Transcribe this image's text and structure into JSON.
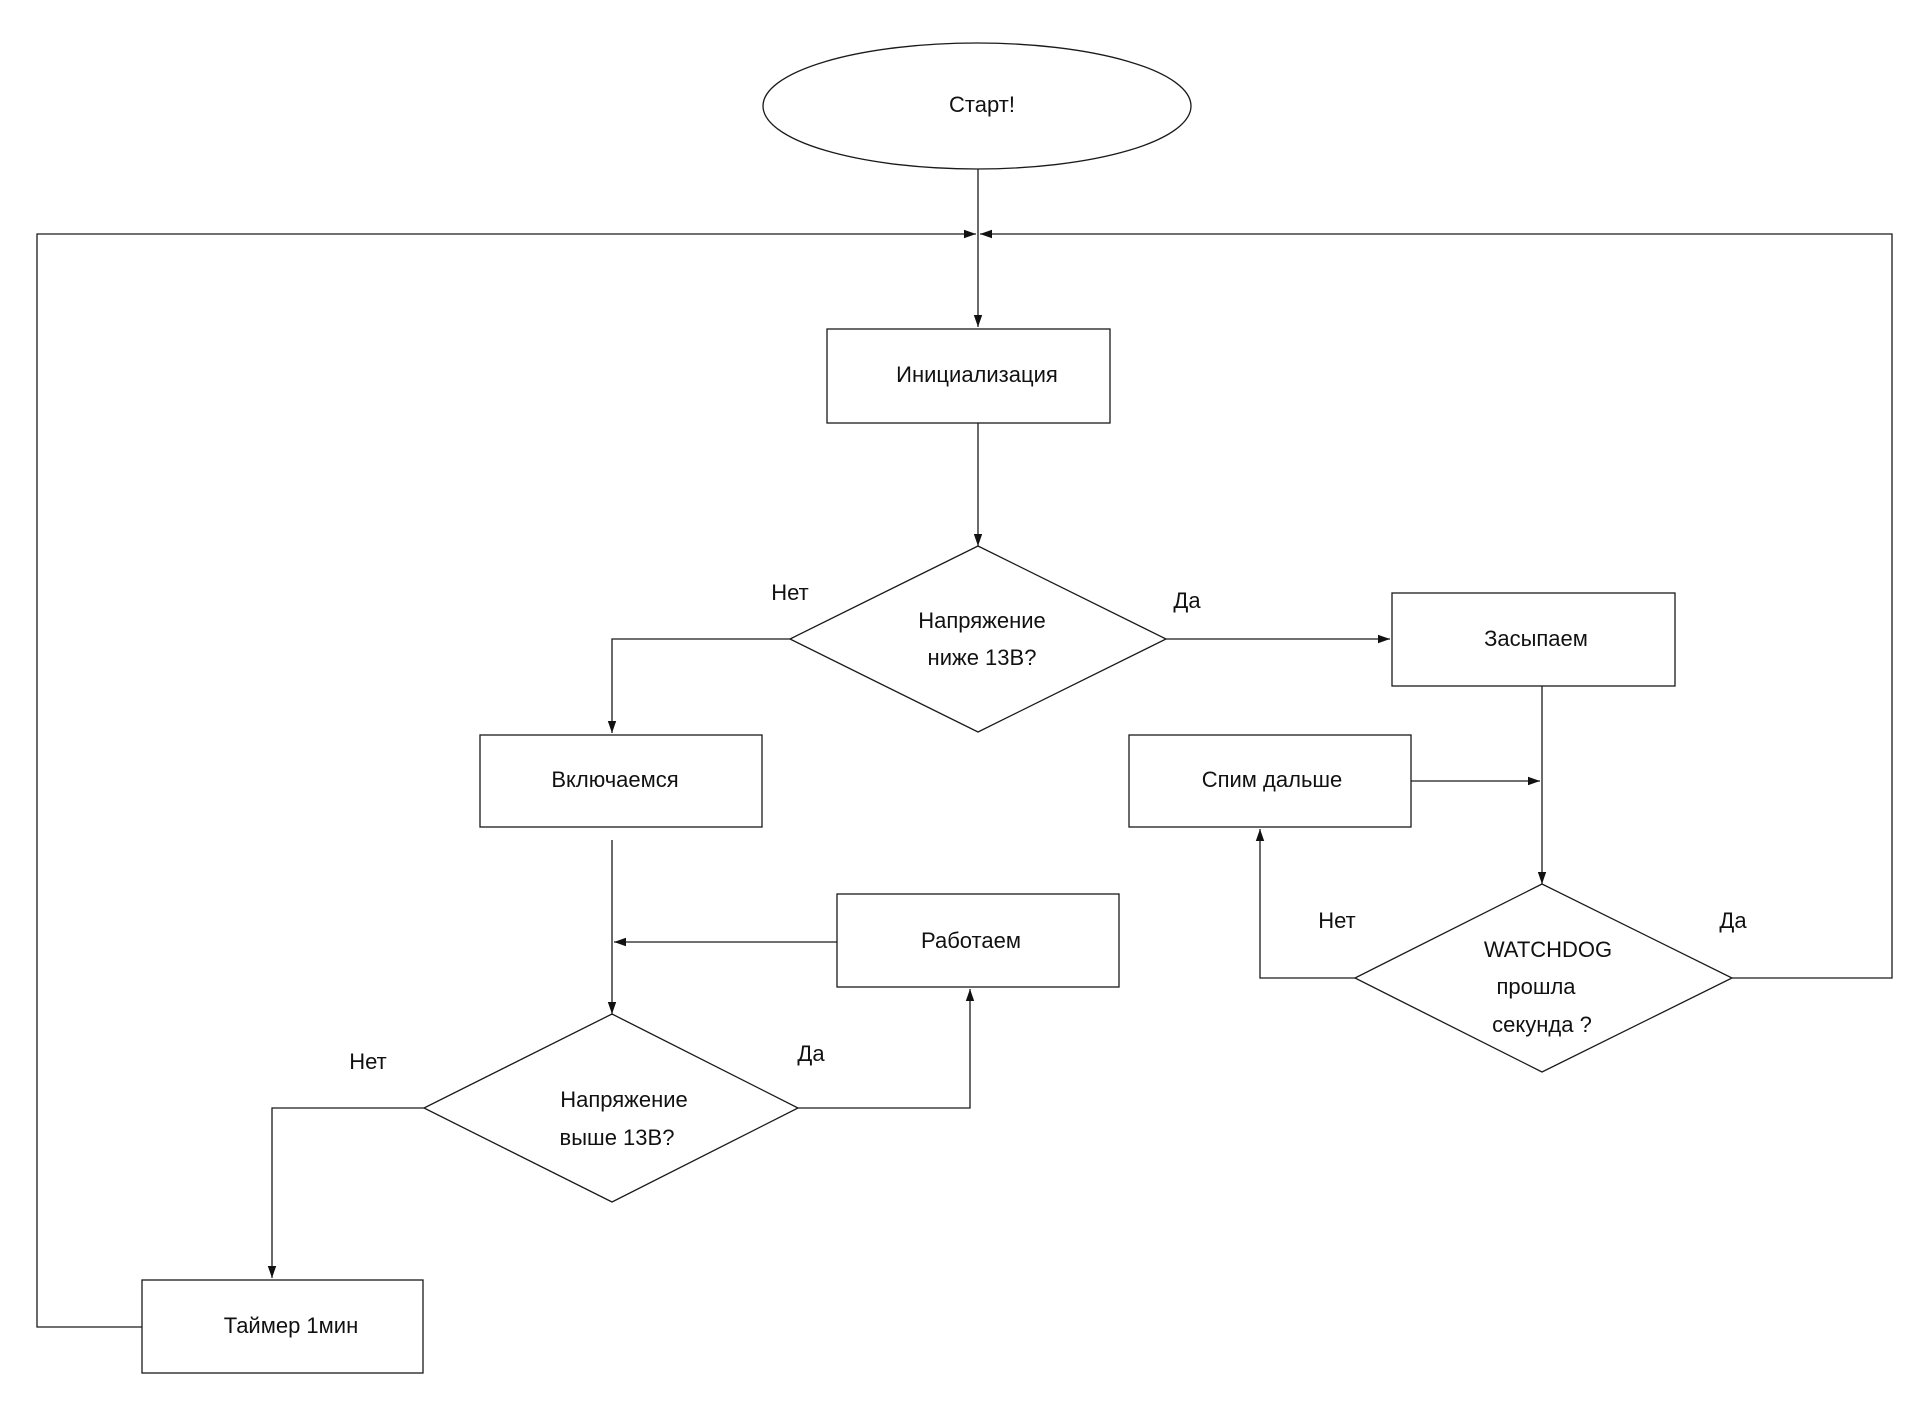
{
  "diagram": {
    "type": "flowchart",
    "colors": {
      "stroke": "#1a1a1a",
      "fill": "#ffffff",
      "text": "#111111"
    },
    "nodes": {
      "start": {
        "kind": "terminator",
        "label": "Старт!"
      },
      "init": {
        "kind": "process",
        "label": "Инициализация"
      },
      "check_low": {
        "kind": "decision",
        "line1": "Напряжение",
        "line2": "ниже 13В?"
      },
      "sleep": {
        "kind": "process",
        "label": "Засыпаем"
      },
      "power_on": {
        "kind": "process",
        "label": "Включаемся"
      },
      "sleep_more": {
        "kind": "process",
        "label": "Спим дальше"
      },
      "work": {
        "kind": "process",
        "label": "Работаем"
      },
      "check_high": {
        "kind": "decision",
        "line1": "Напряжение",
        "line2": "выше 13В?"
      },
      "watchdog": {
        "kind": "decision",
        "line1": "WATCHDOG",
        "line2": "прошла",
        "line3": "секунда ?"
      },
      "timer": {
        "kind": "process",
        "label": "Таймер 1мин"
      }
    },
    "edge_labels": {
      "check_low_no": "Нет",
      "check_low_yes": "Да",
      "check_high_no": "Нет",
      "check_high_yes": "Да",
      "watchdog_no": "Нет",
      "watchdog_yes": "Да"
    },
    "edges": [
      {
        "from": "start",
        "to": "init"
      },
      {
        "from": "init",
        "to": "check_low"
      },
      {
        "from": "check_low",
        "to": "sleep",
        "label": "Да"
      },
      {
        "from": "check_low",
        "to": "power_on",
        "label": "Нет"
      },
      {
        "from": "sleep",
        "to": "watchdog"
      },
      {
        "from": "sleep_more",
        "to": "watchdog"
      },
      {
        "from": "watchdog",
        "to": "sleep_more",
        "label": "Нет"
      },
      {
        "from": "watchdog",
        "to": "init",
        "label": "Да"
      },
      {
        "from": "power_on",
        "to": "check_high"
      },
      {
        "from": "work",
        "to": "check_high"
      },
      {
        "from": "check_high",
        "to": "work",
        "label": "Да"
      },
      {
        "from": "check_high",
        "to": "timer",
        "label": "Нет"
      },
      {
        "from": "timer",
        "to": "init"
      }
    ]
  }
}
